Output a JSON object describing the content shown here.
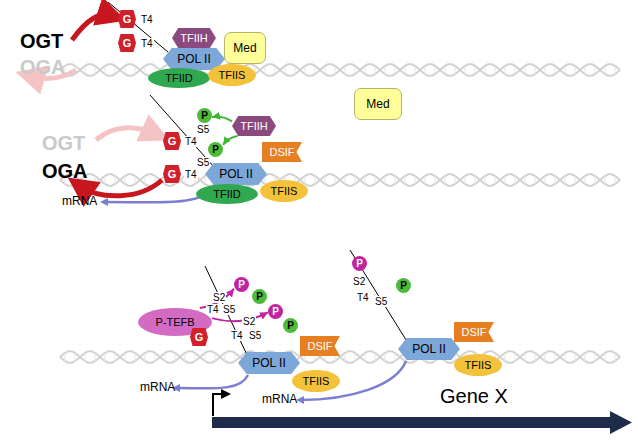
{
  "diagram": {
    "nodes": [
      {
        "text": [
          "G"
        ]
      },
      {
        "text": [
          "G"
        ]
      },
      {
        "text": [
          "TFIIH"
        ]
      },
      {
        "text": [
          "Med"
        ]
      },
      {
        "text": [
          "POL II"
        ]
      },
      {
        "text": [
          "TFIID"
        ]
      },
      {
        "text": [
          "TFIIS"
        ]
      },
      {
        "text": [
          "Med"
        ]
      },
      {
        "text": [
          "G"
        ]
      },
      {
        "text": [
          "G"
        ]
      },
      {
        "text": [
          "P"
        ]
      },
      {
        "text": [
          "P"
        ]
      },
      {
        "text": [
          "TFIIH"
        ]
      },
      {
        "text": [
          "DSIF"
        ]
      },
      {
        "text": [
          "POL II"
        ]
      },
      {
        "text": [
          "TFIID"
        ]
      },
      {
        "text": [
          "TFIIS"
        ]
      },
      {
        "text": [
          "P-TEFB"
        ]
      },
      {
        "text": [
          "P"
        ]
      },
      {
        "text": [
          "P"
        ]
      },
      {
        "text": [
          "G"
        ]
      },
      {
        "text": [
          "P"
        ]
      },
      {
        "text": [
          "P"
        ]
      },
      {
        "text": [
          "DSIF"
        ]
      },
      {
        "text": [
          "POL II"
        ]
      },
      {
        "text": [
          "TFIIS"
        ]
      },
      {
        "text": [
          "P"
        ]
      },
      {
        "text": [
          "P"
        ]
      },
      {
        "text": [
          "DSIF"
        ]
      },
      {
        "text": [
          "POL II"
        ]
      },
      {
        "text": [
          "TFIIS"
        ]
      }
    ],
    "edges": [
      {
        "from": 12,
        "to": 10,
        "arrow": "to"
      },
      {
        "from": 12,
        "to": 11,
        "arrow": "to"
      },
      {
        "from": 17,
        "to": 18,
        "arrow": "to"
      },
      {
        "from": 17,
        "to": 21,
        "arrow": "to"
      }
    ],
    "labels": [
      "OGT",
      "OGA",
      "T4",
      "T4",
      "OGT",
      "OGA",
      "T4",
      "S5",
      "T4",
      "S5",
      "mRNA",
      "S2",
      "T4",
      "S5",
      "S2",
      "T4",
      "S5",
      "mRNA",
      "S2",
      "T4",
      "S5",
      "mRNA",
      "Gene X"
    ]
  }
}
